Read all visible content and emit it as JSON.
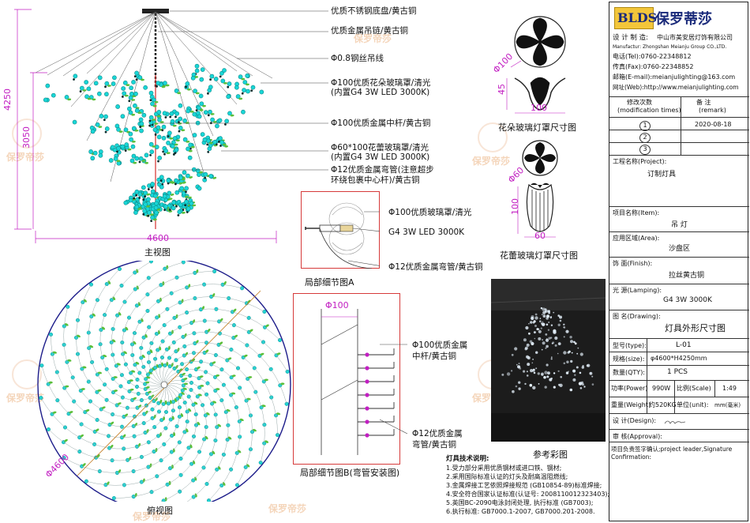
{
  "front_view": {
    "annotations": [
      "优质不锈钢底盘/黄古铜",
      "优质金属吊链/黄古铜",
      "Φ0.8钢丝吊线",
      "Φ100优质花朵玻璃罩/清光",
      "(内置G4 3W LED 3000K)",
      "Φ100优质金属中杆/黄古铜",
      "Φ60*100花蕾玻璃罩/清光",
      "(内置G4 3W LED 3000K)",
      "Φ12优质金属弯管(注意超步",
      "环绕包裹中心杆)/黄古铜"
    ],
    "dim_height_total": "4250",
    "dim_height_body": "3050",
    "dim_width": "4600",
    "caption": "主视图"
  },
  "top_view": {
    "dim_diameter": "Φ4600",
    "caption": "俯视图"
  },
  "detail_a": {
    "annotations": [
      "Φ100优质玻璃罩/清光",
      "G4 3W LED 3000K",
      "Φ12优质金属弯管/黄古铜"
    ],
    "caption": "局部细节图A"
  },
  "detail_b": {
    "dim_diameter": "Φ100",
    "annotations": [
      "Φ100优质金属",
      "中杆/黄古铜",
      "Φ12优质金属",
      "弯管/黄古铜"
    ],
    "caption": "局部细节图B(弯管安装图)"
  },
  "flower_shade": {
    "dim_diameter": "Φ100",
    "dim_height": "45",
    "dim_width": "100",
    "caption": "花朵玻璃灯罩尺寸图"
  },
  "bud_shade": {
    "dim_diameter": "Φ60",
    "dim_height": "100",
    "dim_width": "60",
    "caption": "花蕾玻璃灯罩尺寸图"
  },
  "reference_photo": {
    "caption": "参考彩图"
  },
  "tech_notes": {
    "title": "灯具技术说明:",
    "items": [
      "1.受力部分采用优质钢材或进口铁、钢材;",
      "2.采用国际标准认证的灯头及耐高温阻燃线;",
      "3.金属焊接工艺依照焊接规范 (GB10854-89)标准焊接;",
      "4.安全符合国家认证标准(认证号: 2008110012323403);",
      "5.英国BC-2090电泳封闭处理, 执行标准 (GB7003);",
      "6.执行标准: GB7000.1-2007, GB7000.201-2008."
    ]
  },
  "title_block": {
    "logo_text": "BLDS",
    "logo_cn": "保罗蒂莎",
    "designer_label": "设 计 制 造:",
    "designer_value": "中山市美安居灯饰有限公司",
    "manufacturer_en": "Manufactur: Zhongshan Meianju Group CO.,LTD.",
    "tel": "电话(Tel):0760-22348812",
    "fax": "传真(Fax):0760-22348852",
    "email": "邮箱(E-mail):meianjulighting@163.com",
    "web": "网址(Web):http://www.meianjulighting.com",
    "rev_header": "修改次数",
    "rev_header_en": "(modification times)",
    "remark_header": "备    注",
    "remark_header_en": "(remark)",
    "rev_rows": [
      "1",
      "2",
      "3"
    ],
    "rev_date": "2020-08-18",
    "project_label": "工程名称(Project):",
    "project_value": "订制灯具",
    "item_label": "项目名称(Item):",
    "item_value": "吊 灯",
    "area_label": "应用区域(Area):",
    "area_value": "沙盘区",
    "finish_label": "饰    面(Finish):",
    "finish_value": "拉丝黄古铜",
    "lamping_label": "光    源(Lamping):",
    "lamping_value": "G4 3W  3000K",
    "drawing_label": "图    名(Drawing):",
    "drawing_value": "灯具外形尺寸图",
    "type_label": "型号(type):",
    "type_value": "L-01",
    "size_label": "规格(size):",
    "size_value": "φ4600*H4250mm",
    "qty_label": "数量(QTY):",
    "qty_value": "1 PCS",
    "power_label": "功率(Power)",
    "power_value": "990W",
    "scale_label": "比例(Scale)",
    "scale_value": "1:49",
    "weight_label": "重量(Weight)",
    "weight_value": "约520KG",
    "unit_label": "单位(unit):",
    "unit_value": "mm(毫米)",
    "design_label": "设 计(Design):",
    "approval_label": "审  核(Approval):",
    "confirm_label": "项目负责签字确认;project leader,Signature",
    "confirm_label2": "Confirmation:"
  },
  "watermark": "保罗帝莎",
  "colors": {
    "dimension": "#c21fc2",
    "shade": "#19d6d6",
    "leaf": "#5bbf3a",
    "centre_line": "#d6302d",
    "frame": "#d63a3a"
  }
}
